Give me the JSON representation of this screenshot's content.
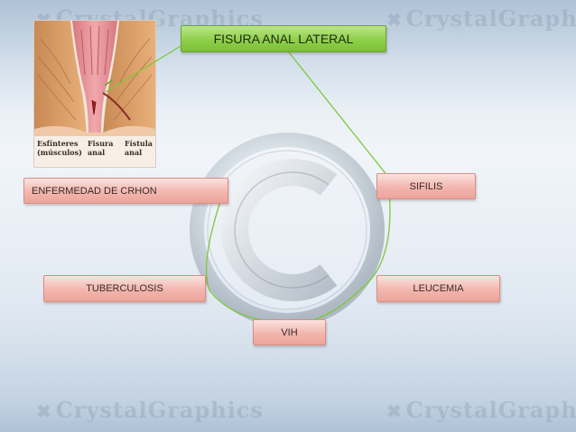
{
  "watermark": {
    "brand": "CrystalGraphics"
  },
  "image": {
    "captions": {
      "sphincters": "Esfínteres (músculos)",
      "fissure": "Fisura anal",
      "fistula": "Fístula anal"
    }
  },
  "diagram": {
    "title": "FISURA ANAL LATERAL",
    "nodes": {
      "crohn": "ENFERMEDAD DE CRHON",
      "sifilis": "SIFILIS",
      "tuberculosis": "TUBERCULOSIS",
      "leucemia": "LEUCEMIA",
      "vih": "VIH"
    }
  },
  "colors": {
    "title_box": "#8fd04a",
    "node_box": "#f2b6ae",
    "connector": "#7ec83a"
  }
}
